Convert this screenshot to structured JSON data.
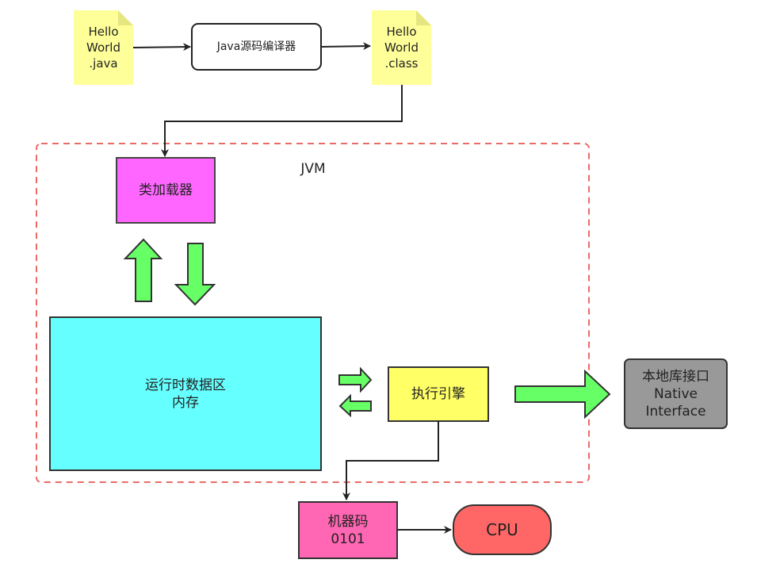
{
  "files": {
    "source": {
      "lines": [
        "Hello",
        "World",
        ".java"
      ]
    },
    "bytecode": {
      "lines": [
        "Hello",
        "World",
        ".class"
      ]
    }
  },
  "compiler": {
    "label": "Java源码编译器"
  },
  "jvm": {
    "title": "JVM",
    "class_loader": "类加载器",
    "runtime_data_area": {
      "lines": [
        "运行时数据区",
        "内存"
      ]
    },
    "execution_engine": "执行引擎"
  },
  "native_interface": {
    "lines": [
      "本地库接口",
      "Native",
      "Interface"
    ]
  },
  "machine_code": {
    "lines": [
      "机器码",
      "0101"
    ]
  },
  "cpu": {
    "label": "CPU"
  },
  "colors": {
    "note_yellow": "#ffff99",
    "class_loader_magenta": "#ff66ff",
    "runtime_cyan": "#66ffff",
    "engine_yellow": "#ffff66",
    "native_gray": "#999999",
    "machine_pink": "#ff66b3",
    "cpu_red": "#ff6666",
    "arrow_green": "#66ff66",
    "jvm_border_red": "#ea6b66"
  }
}
